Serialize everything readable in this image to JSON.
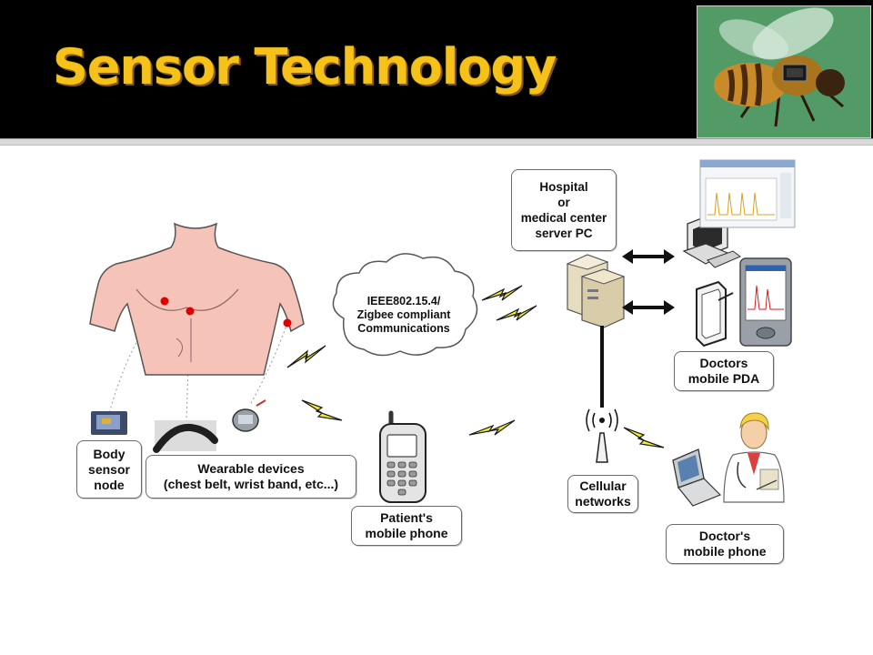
{
  "title": "Sensor Technology",
  "colors": {
    "title": "#f6c21a",
    "header_bg": "#000000",
    "skin": "#f6c3b8",
    "sensor_dot": "#e00000",
    "lightning": "#f3ec2a"
  },
  "diagram": {
    "cloud": {
      "lines": [
        "IEEE802.15.4/",
        "Zigbee compliant",
        "Communications"
      ]
    },
    "hospital": {
      "lines": [
        "Hospital",
        "or",
        "medical center",
        "server PC"
      ]
    },
    "doctors_pda": {
      "lines": [
        "Doctors",
        "mobile PDA"
      ]
    },
    "body_sensor": {
      "lines": [
        "Body",
        "sensor",
        "node"
      ]
    },
    "wearable": {
      "lines": [
        "Wearable devices",
        "(chest belt, wrist band, etc...)"
      ]
    },
    "patient_phone": {
      "lines": [
        "Patient's",
        "mobile phone"
      ]
    },
    "cellular": {
      "lines": [
        "Cellular",
        "networks"
      ]
    },
    "doctor_phone": {
      "lines": [
        "Doctor's",
        "mobile phone"
      ]
    },
    "icons": [
      "bee-with-sensor-photo",
      "torso-icon",
      "cloud-icon",
      "lightning-icon",
      "server-icon",
      "desktop-computer-icon",
      "tablet-icon",
      "pda-icon",
      "mobile-phone-icon",
      "cell-tower-icon",
      "doctor-icon",
      "laptop-icon",
      "monitoring-screen-icon",
      "double-arrow-icon",
      "sensor-node-icon",
      "chest-belt-icon",
      "wrist-band-icon"
    ]
  }
}
